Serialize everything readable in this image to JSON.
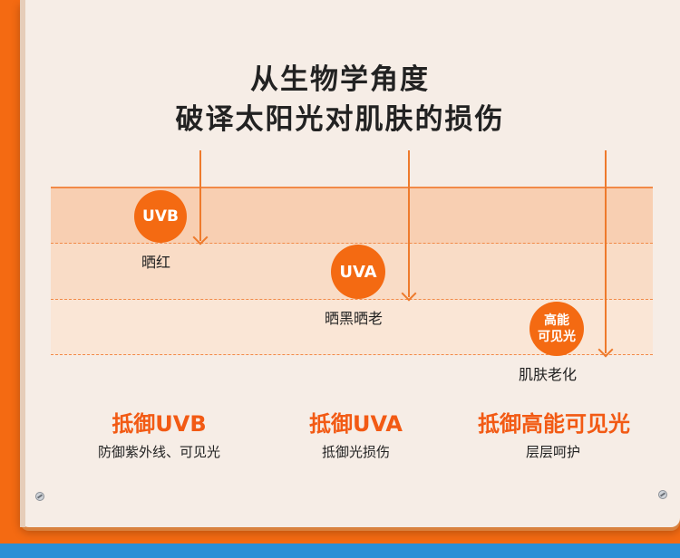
{
  "title": {
    "line1": "从生物学角度",
    "line2": "破译太阳光对肌肤的损伤"
  },
  "rays": [
    {
      "label": "UVB",
      "effect": "晒红"
    },
    {
      "label": "UVA",
      "effect": "晒黑晒老"
    },
    {
      "label_line1": "高能",
      "label_line2": "可见光",
      "effect": "肌肤老化"
    }
  ],
  "columns": [
    {
      "title": "抵御UVB",
      "subtitle": "防御紫外线、可见光"
    },
    {
      "title": "抵御UVA",
      "subtitle": "抵御光损伤"
    },
    {
      "title": "抵御高能可见光",
      "subtitle": "层层呵护"
    }
  ],
  "colors": {
    "accent": "#f46a12",
    "title_orange": "#f25a14",
    "board": "#f6ede6",
    "band_1": "#f8cfb2",
    "band_2": "#f9dcc6",
    "band_3": "#fae6d6",
    "bottom_strip": "#2a8fd6"
  },
  "icons": [
    "screw-icon"
  ]
}
